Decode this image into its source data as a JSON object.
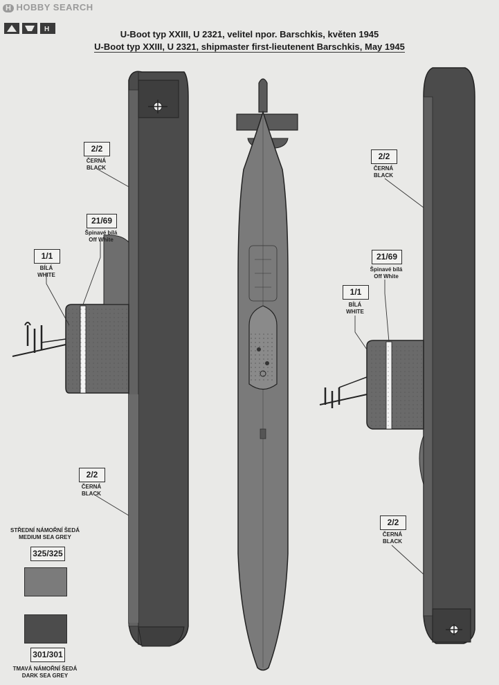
{
  "watermark": {
    "badge": "H",
    "text": "HOBBY SEARCH"
  },
  "header": {
    "title_cz": "U-Boot typ XXIII, U 2321, velitel npor. Barschkis, květen 1945",
    "title_en": "U-Boot typ XXIII, U 2321, shipmaster first-lieutenent Barschkis, May 1945"
  },
  "callouts": {
    "left_top": {
      "code": "2/2",
      "cz": "ČERNÁ",
      "en": "BLACK"
    },
    "left_mid": {
      "code": "21/69",
      "cz": "Špinavé bílá",
      "en": "Off White"
    },
    "left_white": {
      "code": "1/1",
      "cz": "BÍLÁ",
      "en": "WHITE"
    },
    "left_bottom": {
      "code": "2/2",
      "cz": "ČERNÁ",
      "en": "BLACK"
    },
    "right_top": {
      "code": "2/2",
      "cz": "ČERNÁ",
      "en": "BLACK"
    },
    "right_mid": {
      "code": "21/69",
      "cz": "Špinavé bílá",
      "en": "Off White"
    },
    "right_white": {
      "code": "1/1",
      "cz": "BÍLÁ",
      "en": "WHITE"
    },
    "right_bottom": {
      "code": "2/2",
      "cz": "ČERNÁ",
      "en": "BLACK"
    }
  },
  "legend": {
    "medium": {
      "cz": "STŘEDNÍ NÁMOŘNÍ ŠEDÁ",
      "en": "MEDIUM SEA GREY",
      "code": "325/325",
      "color": "#7b7b7b"
    },
    "dark": {
      "code": "301/301",
      "cz": "TMAVÁ NÁMOŘNÍ ŠEDÁ",
      "en": "DARK SEA GREY",
      "color": "#4c4c4c"
    }
  },
  "colors": {
    "hull_dark": "#4b4b4b",
    "hull_mid": "#6e6e6e",
    "white_band": "#f4f4f4",
    "background": "#e9e9e7"
  }
}
